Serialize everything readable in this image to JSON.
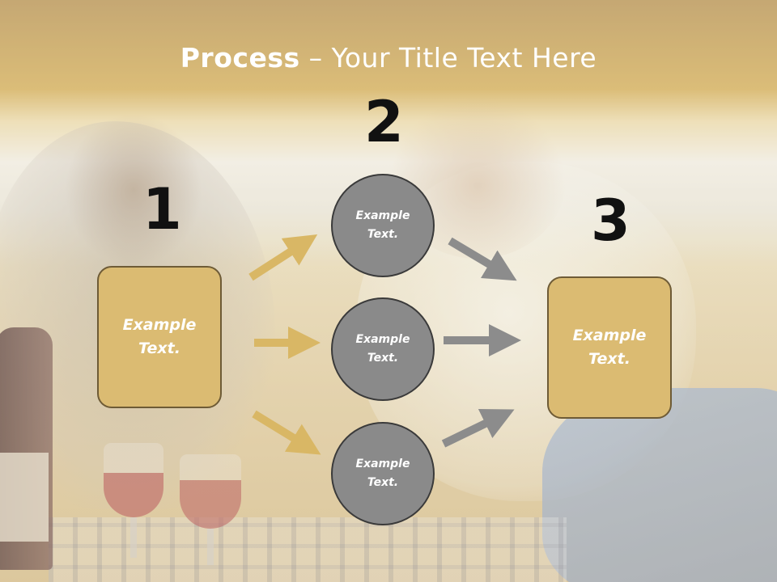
{
  "title": {
    "bold": "Process",
    "rest": " – Your Title Text Here"
  },
  "steps": {
    "n1": "1",
    "n2": "2",
    "n3": "3"
  },
  "box1": {
    "line1": "Example",
    "line2": "Text."
  },
  "box3": {
    "line1": "Example",
    "line2": "Text."
  },
  "circles": [
    {
      "line1": "Example",
      "line2": "Text."
    },
    {
      "line1": "Example",
      "line2": "Text."
    },
    {
      "line1": "Example",
      "line2": "Text."
    }
  ],
  "colors": {
    "gold": "#dbbb72",
    "gold_arrow": "#d9b765",
    "gray_circle": "#8a8a8a",
    "gray_arrow": "#8c8c8c"
  }
}
